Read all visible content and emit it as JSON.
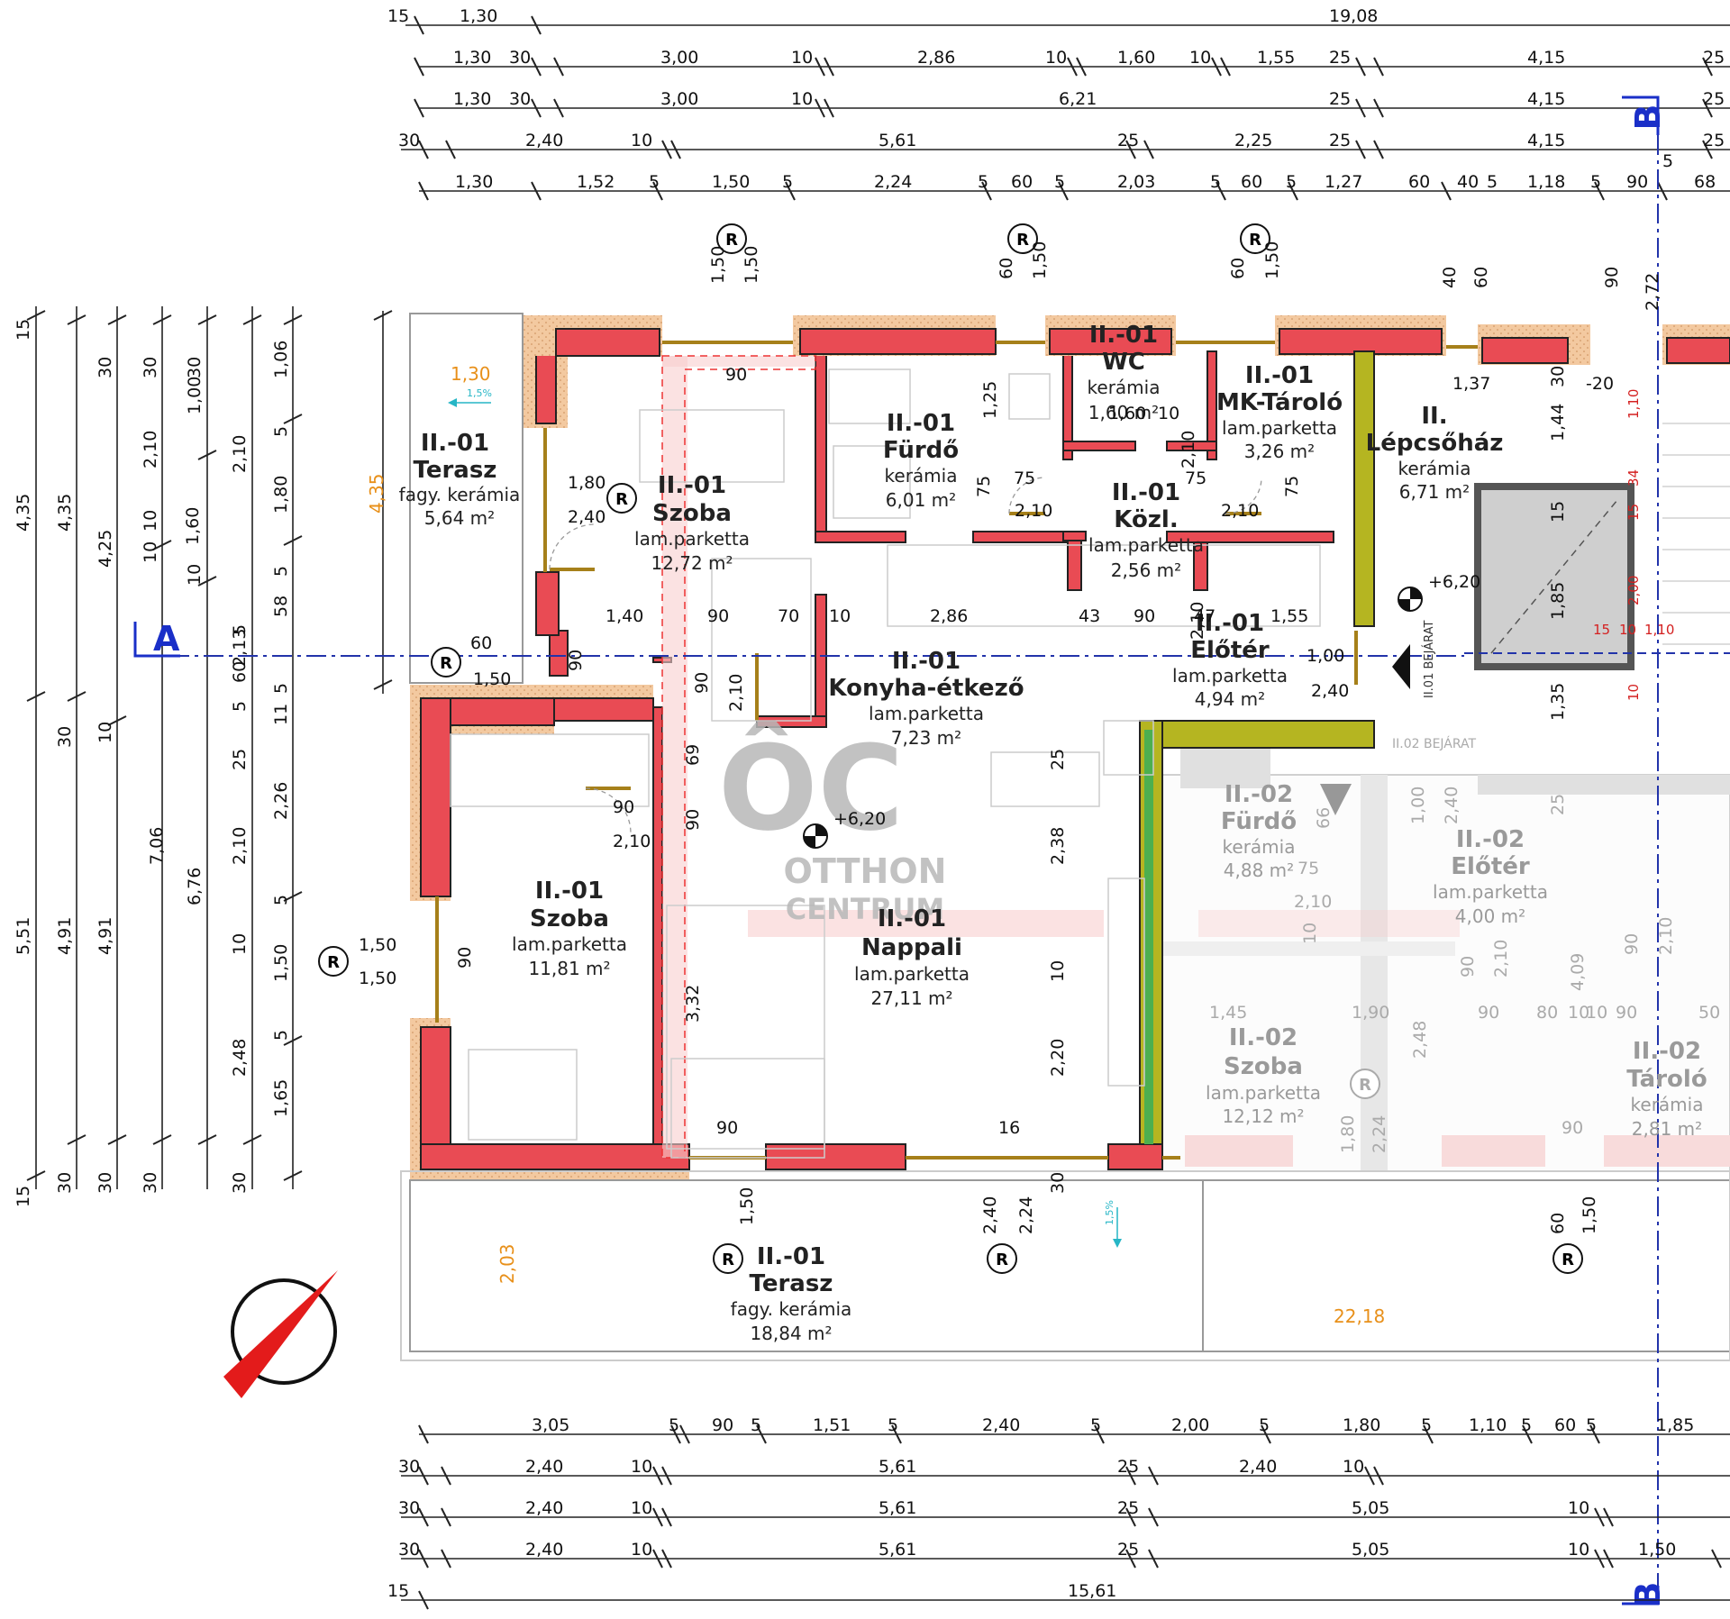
{
  "rooms": [
    {
      "name": "II.-01",
      "type": "Terasz",
      "floor": "fagy. kerámia",
      "area": "5,64 m²"
    },
    {
      "name": "II.-01",
      "type": "Szoba",
      "floor": "lam.parketta",
      "area": "12,72 m²"
    },
    {
      "name": "II.-01",
      "type": "Fürdő",
      "floor": "kerámia",
      "area": "6,01 m²"
    },
    {
      "name": "II.-01",
      "type": "WC",
      "floor": "kerámia",
      "area": "1,60 m²"
    },
    {
      "name": "II.-01",
      "type": "MK-Tároló",
      "floor": "lam.parketta",
      "area": "3,26 m²"
    },
    {
      "name": "II.",
      "type": "Lépcsőház",
      "floor": "kerámia",
      "area": "6,71 m²"
    },
    {
      "name": "II.-01",
      "type": "Közl.",
      "floor": "lam.parketta",
      "area": "2,56 m²"
    },
    {
      "name": "II.-01",
      "type": "Előtér",
      "floor": "lam.parketta",
      "area": "4,94 m²"
    },
    {
      "name": "II.-01",
      "type": "Konyha-étkező",
      "floor": "lam.parketta",
      "area": "7,23 m²"
    },
    {
      "name": "II.-01",
      "type": "Szoba",
      "floor": "lam.parketta",
      "area": "11,81 m²"
    },
    {
      "name": "II.-01",
      "type": "Nappali",
      "floor": "lam.parketta",
      "area": "27,11 m²"
    },
    {
      "name": "II.-01",
      "type": "Terasz",
      "floor": "fagy. kerámia",
      "area": "18,84 m²"
    },
    {
      "name": "II.-02",
      "type": "Fürdő",
      "floor": "kerámia",
      "area": "4,88 m²"
    },
    {
      "name": "II.-02",
      "type": "Előtér",
      "floor": "lam.parketta",
      "area": "4,00 m²"
    },
    {
      "name": "II.-02",
      "type": "Szoba",
      "floor": "lam.parketta",
      "area": "12,12 m²"
    },
    {
      "name": "II.-02",
      "type": "Tároló",
      "floor": "kerámia",
      "area": "2,81 m²"
    }
  ],
  "labels": {
    "level_main": "+6,20",
    "level_kitchen": "+6,20",
    "entrance_01": "II.01 BEJÁRAT",
    "entrance_02": "II.02 BEJÁRAT",
    "axis_a": "A",
    "axis_b": "B",
    "radiator": "R",
    "slope": "1,5%",
    "watermark_logo": "ÔC",
    "watermark_line1": "OTTHON",
    "watermark_line2": "CENTRUM"
  },
  "dims_top": {
    "row0": [
      "15",
      "1,30",
      "19,08"
    ],
    "row1": [
      "1,30",
      "30",
      "3,00",
      "10",
      "2,86",
      "10",
      "1,60",
      "10",
      "1,55",
      "25",
      "4,15",
      "25"
    ],
    "row2": [
      "1,30",
      "30",
      "3,00",
      "10",
      "6,21",
      "25",
      "4,15",
      "25"
    ],
    "row3": [
      "30",
      "2,40",
      "10",
      "5,61",
      "25",
      "2,25",
      "25",
      "4,15",
      "25"
    ],
    "row4": [
      "1,30",
      "1,52",
      "5",
      "1,50",
      "5",
      "2,24",
      "5",
      "60",
      "5",
      "2,03",
      "5",
      "60",
      "5",
      "1,27",
      "60",
      "40",
      "5",
      "1,18",
      "5",
      "90",
      "68",
      "5"
    ]
  },
  "dims_bottom": {
    "row1": [
      "3,05",
      "5",
      "90",
      "5",
      "1,51",
      "5",
      "2,40",
      "5",
      "2,00",
      "5",
      "1,80",
      "5",
      "1,10",
      "5",
      "60",
      "5",
      "1,85"
    ],
    "row2": [
      "30",
      "2,40",
      "10",
      "5,61",
      "25",
      "2,40",
      "10"
    ],
    "row3": [
      "30",
      "2,40",
      "10",
      "5,61",
      "25",
      "5,05",
      "10"
    ],
    "row4": [
      "30",
      "2,40",
      "10",
      "5,61",
      "25",
      "5,05",
      "10",
      "1,50"
    ],
    "row5": [
      "15",
      "15,61"
    ]
  },
  "dims_left": {
    "col1": [
      "15",
      "4,35",
      "5,51",
      "15"
    ],
    "col2": [
      "4,35",
      "30",
      "4,91",
      "30"
    ],
    "col3": [
      "30",
      "4,25",
      "10",
      "7,06",
      "4,91",
      "30"
    ],
    "col4": [
      "30",
      "2,10",
      "10",
      "1,60",
      "10",
      "6,76",
      "30"
    ],
    "col5": [
      "1,00",
      "30",
      "2,10",
      "10",
      "2,13",
      "5",
      "60",
      "5",
      "25",
      "2,10",
      "10",
      "2,48",
      "30"
    ],
    "col6": [
      "1,06",
      "5",
      "1,80",
      "5",
      "58",
      "5",
      "11",
      "2,26",
      "5",
      "1,50",
      "5",
      "1,65"
    ]
  },
  "dims_inner": [
    "1,30",
    "4,35",
    "90",
    "1,80",
    "2,40",
    "1,40",
    "90",
    "70",
    "10",
    "2,86",
    "43",
    "90",
    "47",
    "1,55",
    "60",
    "1,50",
    "90",
    "90",
    "2,10",
    "1,00",
    "2,40",
    "90",
    "2,10",
    "69",
    "90",
    "3,32",
    "2,38",
    "25",
    "10",
    "2,20",
    "30",
    "90",
    "16",
    "1,50",
    "1,50",
    "90",
    "1,50",
    "2,40",
    "2,24",
    "2,03",
    "22,18",
    "1,45",
    "1,90",
    "90",
    "80",
    "10",
    "10",
    "90",
    "50",
    "2,48",
    "1,80",
    "2,24",
    "90",
    "60",
    "1,50",
    "4,09",
    "90",
    "2,10",
    "1,25",
    "75",
    "75",
    "2,10",
    "75",
    "2,10",
    "2,10",
    "75",
    "1,60",
    "10",
    "2,10",
    "60",
    "1,50",
    "60",
    "1,50",
    "1,50",
    "1,50",
    "40",
    "60",
    "90",
    "2,72",
    "1,37",
    "30",
    "1,44",
    "-20",
    "15",
    "1,85",
    "1,35",
    "1,00",
    "2,40",
    "25",
    "66",
    "75",
    "2,10",
    "10",
    "90",
    "2,10",
    "1,10",
    "34",
    "15",
    "2,00",
    "15",
    "10",
    "1,10",
    "10"
  ]
}
